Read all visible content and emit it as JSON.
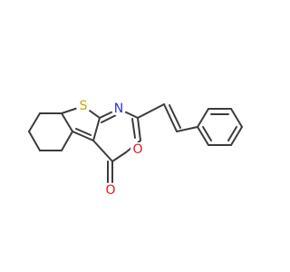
{
  "molecule": {
    "atoms": {
      "S": {
        "label": "S",
        "color": "#c8aa00"
      },
      "N": {
        "label": "N",
        "color": "#2d33d4"
      },
      "O_ring": {
        "label": "O",
        "color": "#e3161b"
      },
      "O_carbonyl": {
        "label": "O",
        "color": "#e3161b"
      }
    },
    "bond_color": "#3c3c3c"
  }
}
